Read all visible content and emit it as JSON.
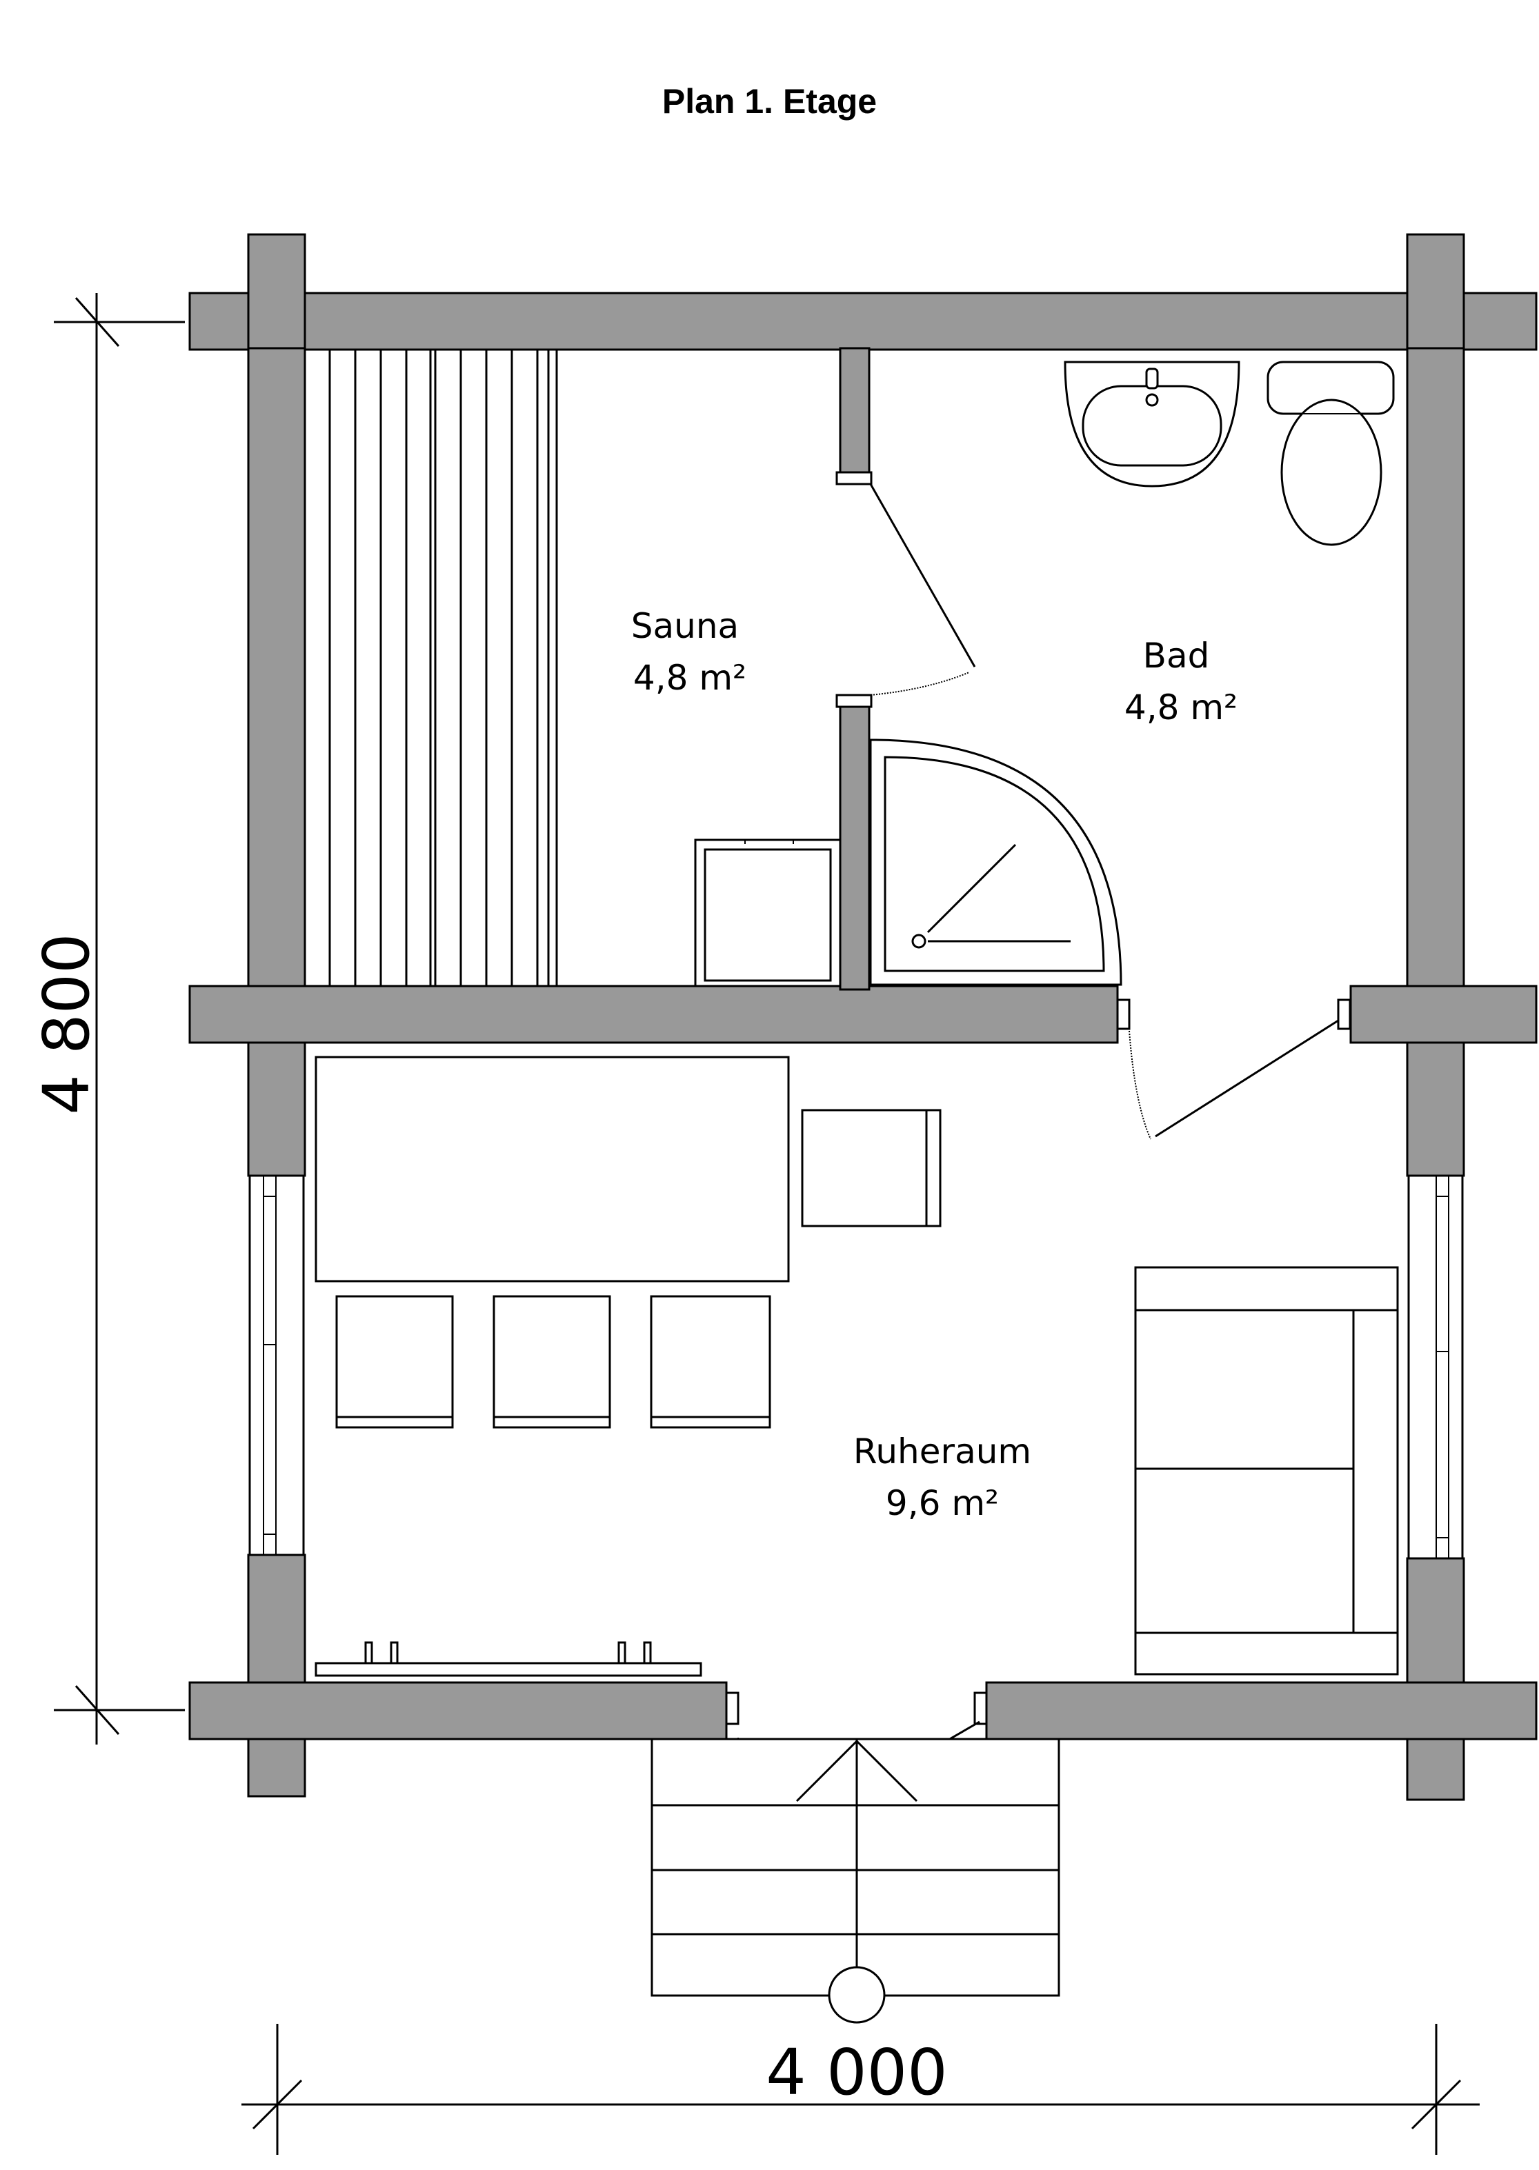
{
  "title": "Plan 1. Etage",
  "rooms": [
    {
      "name": "Sauna",
      "area": "4,8 m²"
    },
    {
      "name": "Bad",
      "area": "4,8 m²"
    },
    {
      "name": "Ruheraum",
      "area": "9,6 m²"
    }
  ],
  "dimensions": {
    "height": "4 800",
    "width": "4 000"
  },
  "colors": {
    "wall": "#999999",
    "line": "#000000"
  }
}
